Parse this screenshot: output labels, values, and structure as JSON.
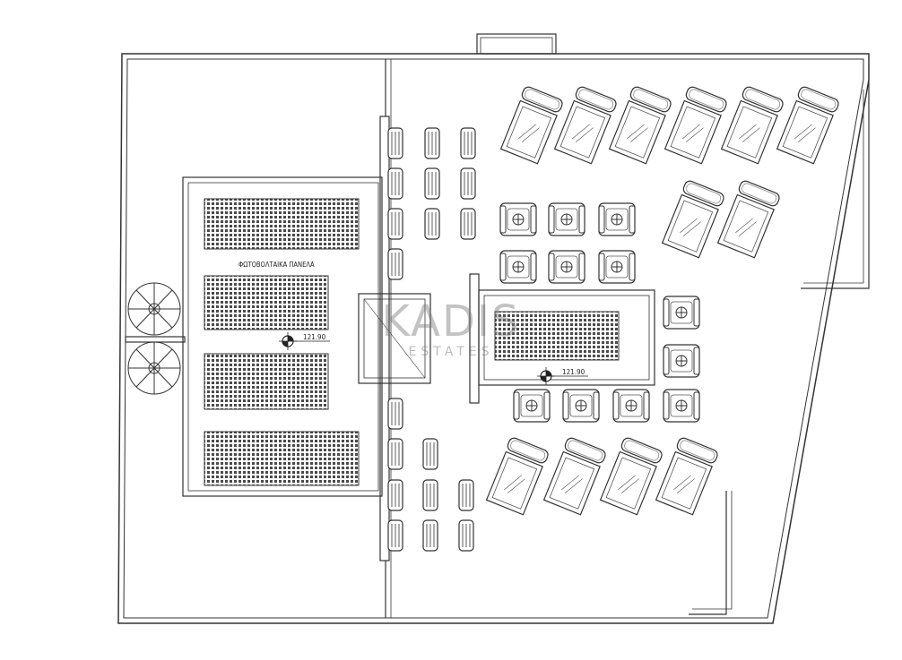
{
  "labels": {
    "pv_panels": "ΦΩΤΟΒΟΛΤΑΙΚΑ ΠΑΝΕΛΑ",
    "level_left": "121.90",
    "level_right": "121.90"
  },
  "watermark": {
    "brand": "KADIS",
    "subtitle": "ESTATES"
  },
  "colors": {
    "line": "#333333",
    "panel_dot": "#444444",
    "background": "#ffffff"
  }
}
